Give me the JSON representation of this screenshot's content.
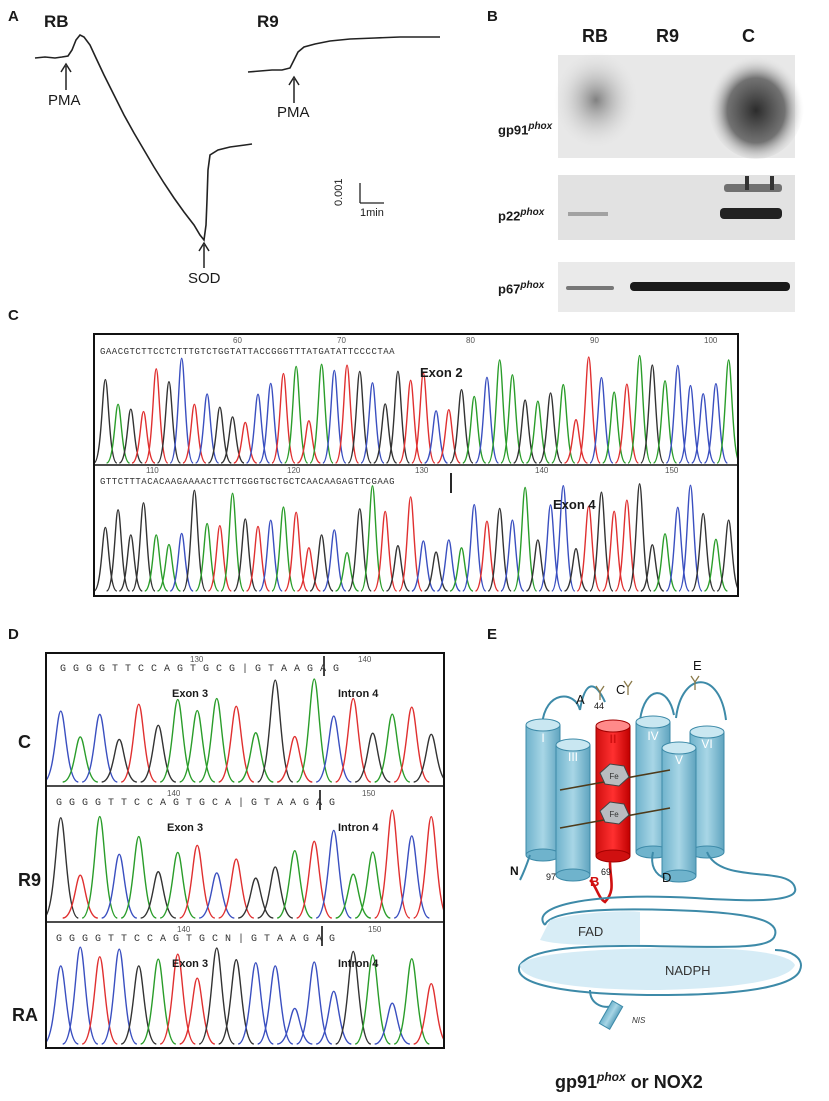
{
  "panels": {
    "a": {
      "label": "A",
      "rb_title": "RB",
      "r9_title": "R9",
      "pma_left": "PMA",
      "pma_right": "PMA",
      "sod": "SOD",
      "scale_y": "0.001",
      "scale_x": "1min"
    },
    "b": {
      "label": "B",
      "lanes": [
        "RB",
        "R9",
        "C"
      ],
      "blots": [
        {
          "name": "gp91",
          "suffix": "phox"
        },
        {
          "name": "p22",
          "suffix": "phox"
        },
        {
          "name": "p67",
          "suffix": "phox"
        }
      ]
    },
    "c": {
      "label": "C",
      "top_ticks": [
        "60",
        "70",
        "80",
        "90",
        "100"
      ],
      "top_seq": "GAACGTCTTCCTCTTTGTCTGGTATTACCGGGTTTATGATATTCCCCTAA",
      "top_region": "Exon 2",
      "bottom_ticks": [
        "110",
        "120",
        "130",
        "140",
        "150"
      ],
      "bottom_seq": "GTTCTTTACACAAGAAAACTTCTTGGGTGCTGCTCAACAAGAGTTCGAAG",
      "bottom_region": "Exon 4"
    },
    "d": {
      "label": "D",
      "rows": [
        {
          "sample": "C",
          "ticks": [
            "130",
            "140"
          ],
          "seq": "G G G G T T C C A G T G C G | G T A A G A G",
          "left_region": "Exon 3",
          "right_region": "Intron 4"
        },
        {
          "sample": "R9",
          "ticks": [
            "140",
            "150"
          ],
          "seq": "G G G G T T C C A G T G C A | G T A A G A G",
          "left_region": "Exon 3",
          "right_region": "Intron 4"
        },
        {
          "sample": "RA",
          "ticks": [
            "140",
            "150"
          ],
          "seq": "G G G G T T C C A G T G C N | G T A A G A G",
          "left_region": "Exon 3",
          "right_region": "Intron 4"
        }
      ]
    },
    "e": {
      "label": "E",
      "helices": [
        "I",
        "II",
        "III",
        "IV",
        "V",
        "VI"
      ],
      "loops": [
        "A",
        "B",
        "C",
        "D",
        "E"
      ],
      "residues": [
        "44",
        "69",
        "97"
      ],
      "n_term": "N",
      "heme": "Fe",
      "fad": "FAD",
      "nadph": "NADPH",
      "nis": "NIS",
      "title_main": "gp91",
      "title_sup": "phox",
      "title_tail": " or NOX2"
    }
  }
}
